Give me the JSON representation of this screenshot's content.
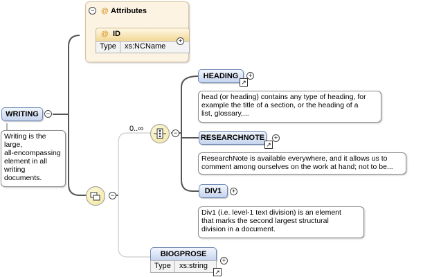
{
  "root": {
    "name": "WRITING",
    "doc": [
      "Writing is the",
      "large,",
      "all-encompassing",
      "element in all",
      "writing",
      "documents."
    ]
  },
  "attributes": {
    "title": "Attributes",
    "at_symbol": "@",
    "id": {
      "name": "ID",
      "type_label": "Type",
      "type_value": "xs:NCName"
    }
  },
  "sequence": {
    "cardinality": "0..∞"
  },
  "children": [
    {
      "name": "HEADING",
      "doc": [
        "head (or heading) contains any type of heading, for",
        "example the title of a section, or the heading of a",
        "list, glossary,..."
      ]
    },
    {
      "name": "RESEARCHNOTE",
      "doc": [
        "ResearchNote is available everywhere, and it allows us to",
        "comment among ourselves on the work at hand; not to be..."
      ]
    },
    {
      "name": "DIV1",
      "doc": [
        "Div1 (i.e. level-1 text division) is an element",
        "that marks the second largest structural",
        "division in a document."
      ]
    }
  ],
  "biogprose": {
    "name": "BIOGPROSE",
    "type_label": "Type",
    "type_value": "xs:string"
  },
  "symbols": {
    "minus": "−",
    "plus": "+",
    "link": "↗"
  },
  "colors": {
    "element_border": "#6c87b4",
    "attribute_panel": "#fdf3e3",
    "attribute_symbol": "#d99a2b"
  }
}
